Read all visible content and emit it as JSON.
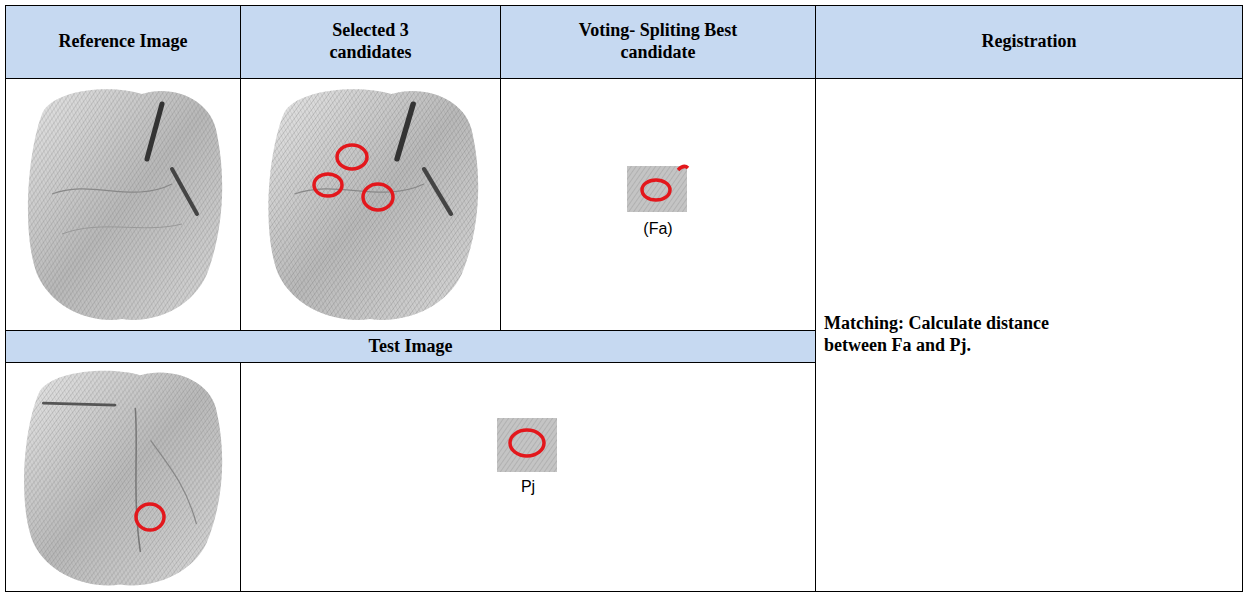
{
  "diagram": {
    "nodes": [
      {
        "text": [
          "Reference Image"
        ]
      },
      {
        "text": [
          "Selected 3 candidates"
        ]
      },
      {
        "text": [
          "Voting- Spliting Best candidate"
        ]
      },
      {
        "text": [
          "Registration"
        ]
      },
      {
        "text": [
          "(Fa)"
        ]
      },
      {
        "text": [
          "Matching: Calculate distance between Fa and Pj."
        ]
      },
      {
        "text": [
          "Test Image"
        ]
      },
      {
        "text": [
          "Pj"
        ]
      }
    ]
  }
}
